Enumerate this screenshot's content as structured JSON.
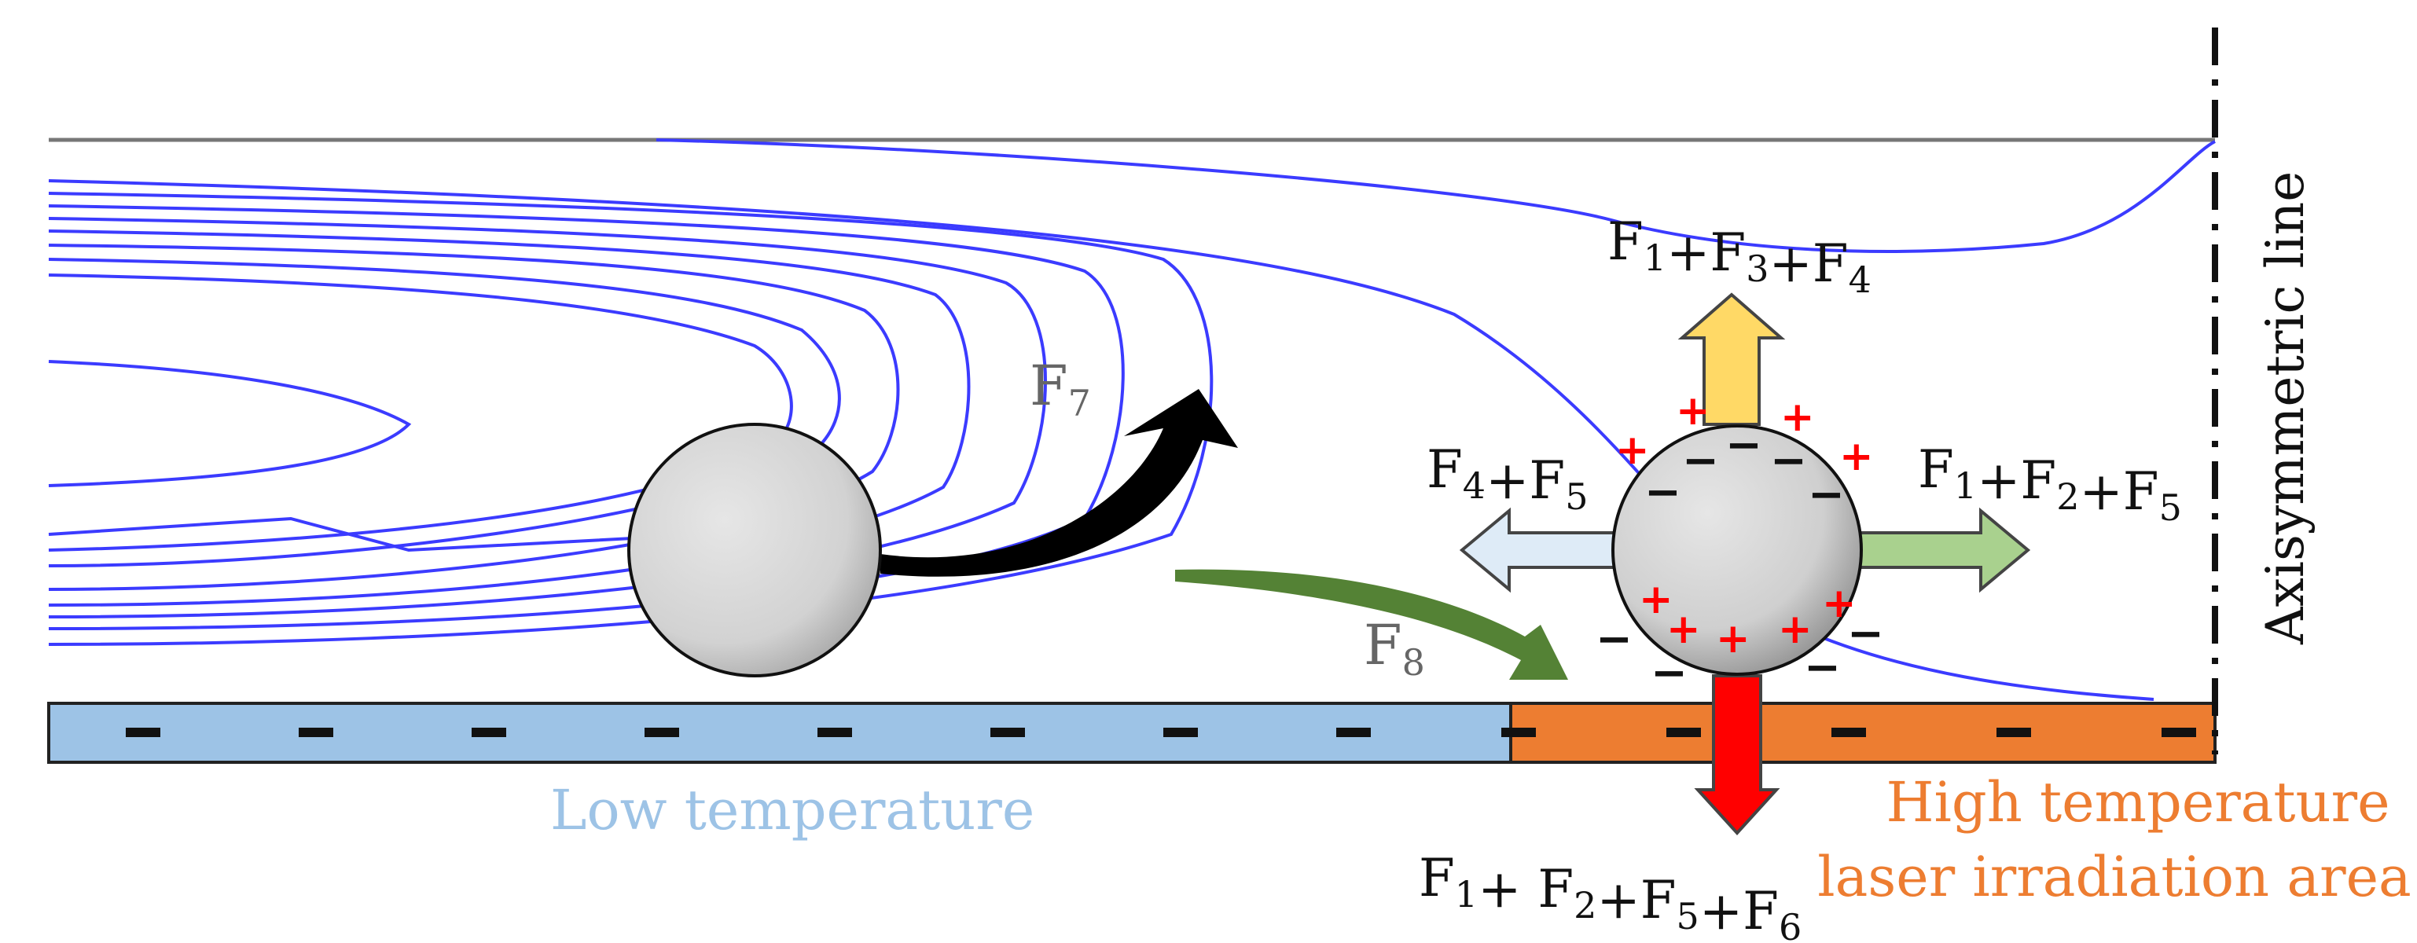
{
  "labels": {
    "axisymmetric": "Axisymmetric line",
    "low_temperature": "Low temperature",
    "high_temperature_line1": "High temperature",
    "high_temperature_line2": "laser irradiation area",
    "f7": {
      "base": "F",
      "sub": "7"
    },
    "f8": {
      "base": "F",
      "sub": "8"
    },
    "up_force": [
      {
        "base": "F",
        "sub": "1"
      },
      {
        "op": "+"
      },
      {
        "base": "F",
        "sub": "3"
      },
      {
        "op": "+"
      },
      {
        "base": "F",
        "sub": "4"
      }
    ],
    "left_force": [
      {
        "base": "F",
        "sub": "4"
      },
      {
        "op": "+"
      },
      {
        "base": "F",
        "sub": "5"
      }
    ],
    "right_force": [
      {
        "base": "F",
        "sub": "1"
      },
      {
        "op": "+"
      },
      {
        "base": "F",
        "sub": "2"
      },
      {
        "op": "+"
      },
      {
        "base": "F",
        "sub": "5"
      }
    ],
    "down_force": [
      {
        "base": "F",
        "sub": "1"
      },
      {
        "op": "+ "
      },
      {
        "base": "F",
        "sub": "2"
      },
      {
        "op": "+"
      },
      {
        "base": "F",
        "sub": "5"
      },
      {
        "op": "+"
      },
      {
        "base": "F",
        "sub": "6"
      }
    ]
  },
  "charges": {
    "plus": "+",
    "minus": "−"
  },
  "colors": {
    "streamline": "#3b3bff",
    "low_temp": "#9dc3e6",
    "high_temp": "#ed7d31",
    "arrow_up": "#ffd966",
    "arrow_left": "#deebf7",
    "arrow_right": "#a9d18e",
    "arrow_down": "#ff0000",
    "arrow_f7": "#000000",
    "arrow_f8": "#548235",
    "particle": "#d9d9d9"
  },
  "icons": {
    "particle_left": "sphere-icon",
    "particle_right": "charged-sphere-icon"
  }
}
